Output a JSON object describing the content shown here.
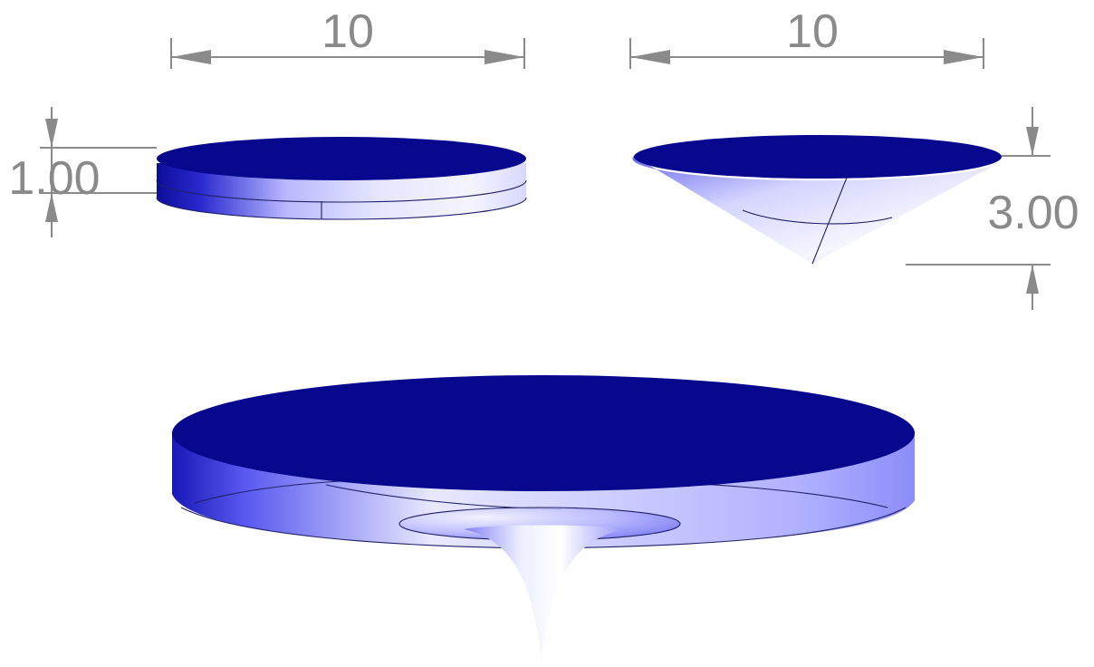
{
  "dimensions": {
    "disk_width": "10",
    "cone_width": "10",
    "disk_thickness": "1.00",
    "cone_height": "3.00"
  },
  "colors": {
    "top_face": "#08088e",
    "surface_light": "#f4f4ff",
    "surface_mid": "#9a9aff",
    "surface_dark": "#1c1cc0",
    "dimension": "#8a8a8a"
  }
}
